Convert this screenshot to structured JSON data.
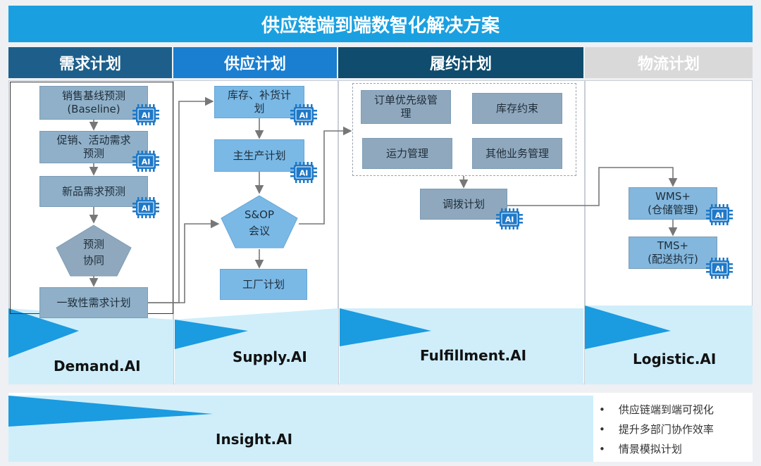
{
  "title": "供应链端到端数智化解决方案",
  "columns": [
    {
      "label": "需求计划",
      "color": "#1d5f8a"
    },
    {
      "label": "供应计划",
      "color": "#1a7fd0"
    },
    {
      "label": "履约计划",
      "color": "#0f4c6e"
    },
    {
      "label": "物流计划",
      "color": "#d9d9d9"
    }
  ],
  "demand": {
    "nodes": [
      "销售基线预测\n(Baseline)",
      "促销、活动需求\n预测",
      "新品需求预测",
      "一致性需求计划"
    ],
    "pentagon": "预测\n协同",
    "ai_label": "Demand.AI"
  },
  "supply": {
    "nodes": [
      "库存、补货计\n划",
      "主生产计划",
      "工厂计划"
    ],
    "pentagon": "S&OP\n会议",
    "ai_label": "Supply.AI"
  },
  "fulfillment": {
    "group": [
      "订单优先级管\n理",
      "库存约束",
      "运力管理",
      "其他业务管理"
    ],
    "transfer": "调拨计划",
    "ai_label": "Fulfillment.AI"
  },
  "logistic": {
    "nodes": [
      "WMS+\n(仓储管理)",
      "TMS+\n(配送执行)"
    ],
    "ai_label": "Logistic.AI"
  },
  "insight": {
    "ai_label": "Insight.AI",
    "bullets": [
      "供应链端到端可视化",
      "提升多部门协作效率",
      "情景模拟计划"
    ]
  },
  "chip_text": "AI",
  "colors": {
    "arrow": "#777777",
    "chip": "#1e78c8",
    "wedge_dark": "#1b9be0",
    "wedge_light": "#cfeefa"
  }
}
